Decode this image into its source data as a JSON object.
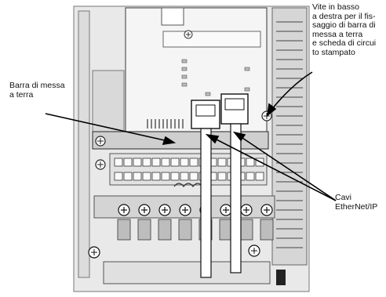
{
  "diagram": {
    "labels": {
      "ground_bar": "Barra di messa\na terra",
      "screw": "Vite in basso\na destra per il fis-\nsaggio di barra di\nmessa a terra\ne scheda di circui\nto stampato",
      "cables": "Cavi\nEtherNet/IP"
    }
  }
}
